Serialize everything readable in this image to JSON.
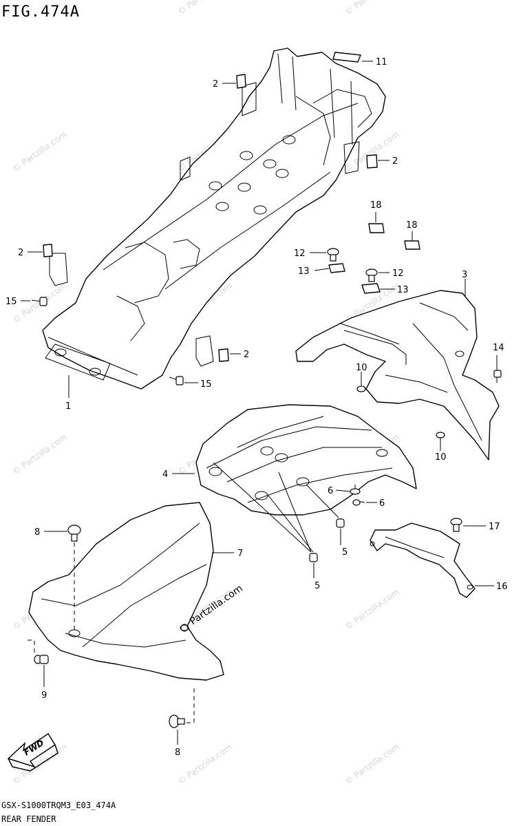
{
  "figure": {
    "title": "FIG.474A",
    "code": "GSX-S1000TRQM3_E03_474A",
    "name": "REAR FENDER"
  },
  "watermark": {
    "text": "© Partzilla.com",
    "accent_text": "Partzilla.com",
    "color": "#d7d7d7"
  },
  "fwd_arrow": {
    "label": "FWD"
  },
  "callouts": [
    {
      "id": "c11a",
      "number": "11"
    },
    {
      "id": "c2a",
      "number": "2"
    },
    {
      "id": "c2b",
      "number": "2"
    },
    {
      "id": "c2c",
      "number": "2"
    },
    {
      "id": "c2d",
      "number": "2"
    },
    {
      "id": "c15a",
      "number": "15"
    },
    {
      "id": "c15b",
      "number": "15"
    },
    {
      "id": "c1",
      "number": "1"
    },
    {
      "id": "c18a",
      "number": "18"
    },
    {
      "id": "c18b",
      "number": "18"
    },
    {
      "id": "c12a",
      "number": "12"
    },
    {
      "id": "c12b",
      "number": "12"
    },
    {
      "id": "c13a",
      "number": "13"
    },
    {
      "id": "c13b",
      "number": "13"
    },
    {
      "id": "c3",
      "number": "3"
    },
    {
      "id": "c14",
      "number": "14"
    },
    {
      "id": "c10a",
      "number": "10"
    },
    {
      "id": "c10b",
      "number": "10"
    },
    {
      "id": "c4",
      "number": "4"
    },
    {
      "id": "c6a",
      "number": "6"
    },
    {
      "id": "c6b",
      "number": "6"
    },
    {
      "id": "c5a",
      "number": "5"
    },
    {
      "id": "c5b",
      "number": "5"
    },
    {
      "id": "c8a",
      "number": "8"
    },
    {
      "id": "c8b",
      "number": "8"
    },
    {
      "id": "c7",
      "number": "7"
    },
    {
      "id": "c9",
      "number": "9"
    },
    {
      "id": "c17",
      "number": "17"
    },
    {
      "id": "c16",
      "number": "16"
    }
  ]
}
